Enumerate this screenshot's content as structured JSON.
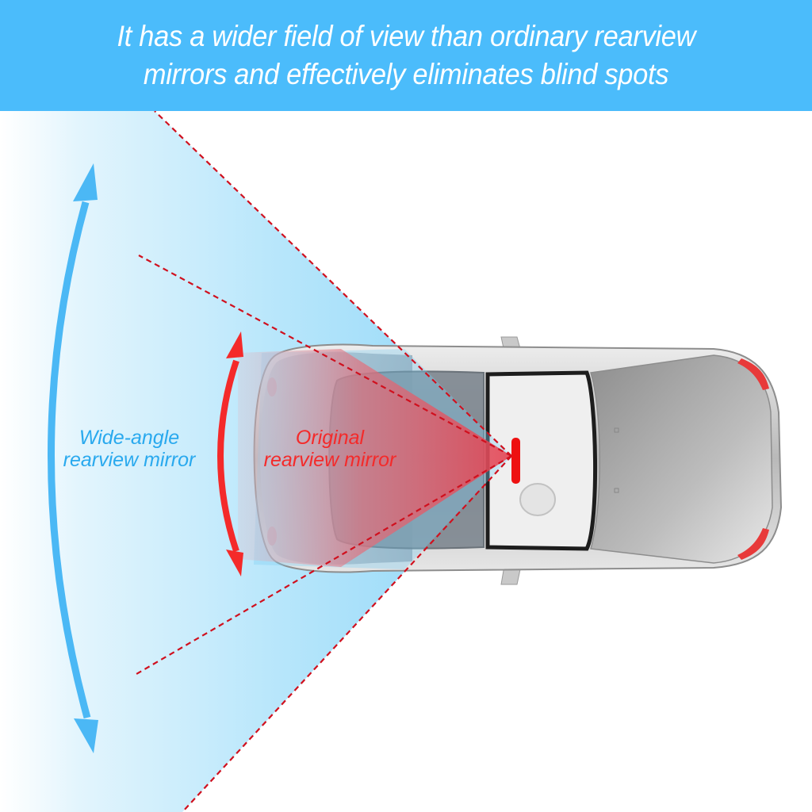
{
  "header": {
    "line1": "It has a wider field of view than ordinary rearview",
    "line2": "mirrors and effectively eliminates blind spots",
    "background_color": "#4bbcfb",
    "text_color": "#ffffff"
  },
  "diagram": {
    "wide_angle_label": {
      "line1": "Wide-angle",
      "line2": "rearview mirror",
      "color": "#29a9ee"
    },
    "original_label": {
      "line1": "Original",
      "line2": "rearview mirror",
      "color": "#f42a2a"
    },
    "icons": {
      "wide_arrow": "double-headed-curved-arrow-blue",
      "original_arrow": "double-headed-curved-arrow-red",
      "car": "car-top-view",
      "mirror": "rearview-mirror-bar"
    },
    "colors": {
      "wide_fov": "#8fd6f7",
      "original_fov": "#e8505a",
      "dashed_lines": "#d0101e",
      "mirror": "#ee1111"
    }
  }
}
